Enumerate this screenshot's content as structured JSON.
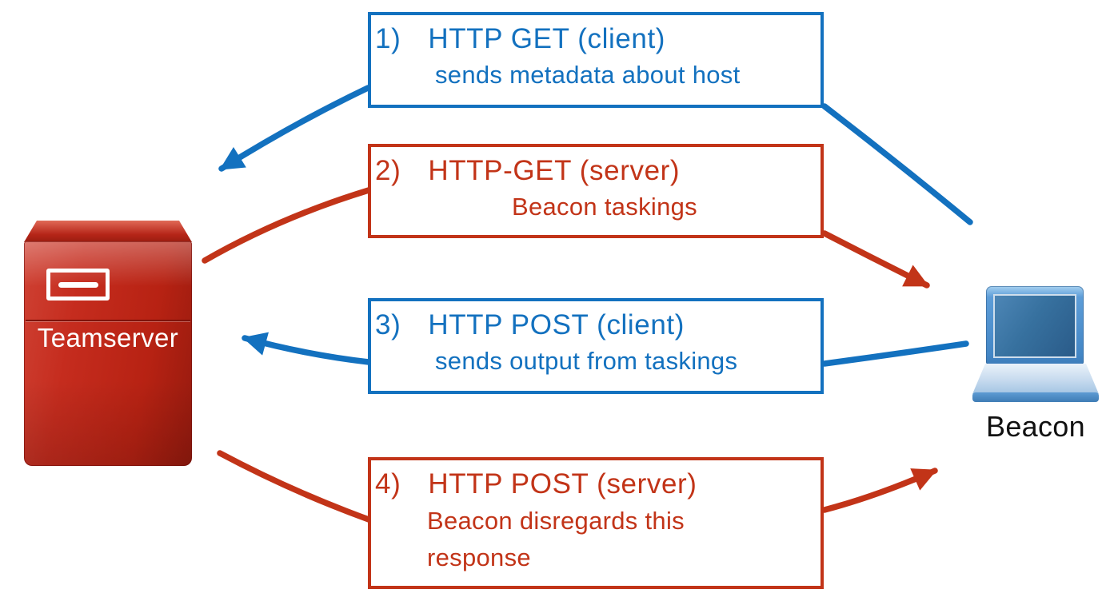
{
  "colors": {
    "client_blue": "#1371bf",
    "server_red": "#c23418"
  },
  "nodes": {
    "teamserver": {
      "label": "Teamserver",
      "icon": "red-server-icon"
    },
    "beacon": {
      "label": "Beacon",
      "icon": "blue-laptop-icon"
    }
  },
  "steps": [
    {
      "num": "1)",
      "title": "HTTP GET (client)",
      "desc": [
        "sends metadata about host"
      ],
      "color": "blue",
      "arrow": "beacon-to-teamserver"
    },
    {
      "num": "2)",
      "title": "HTTP-GET (server)",
      "desc": [
        "Beacon taskings"
      ],
      "color": "red",
      "arrow": "teamserver-to-beacon"
    },
    {
      "num": "3)",
      "title": "HTTP POST (client)",
      "desc": [
        "sends output from taskings"
      ],
      "color": "blue",
      "arrow": "beacon-to-teamserver"
    },
    {
      "num": "4)",
      "title": "HTTP POST (server)",
      "desc": [
        "Beacon disregards this",
        "response"
      ],
      "color": "red",
      "arrow": "teamserver-to-beacon"
    }
  ]
}
